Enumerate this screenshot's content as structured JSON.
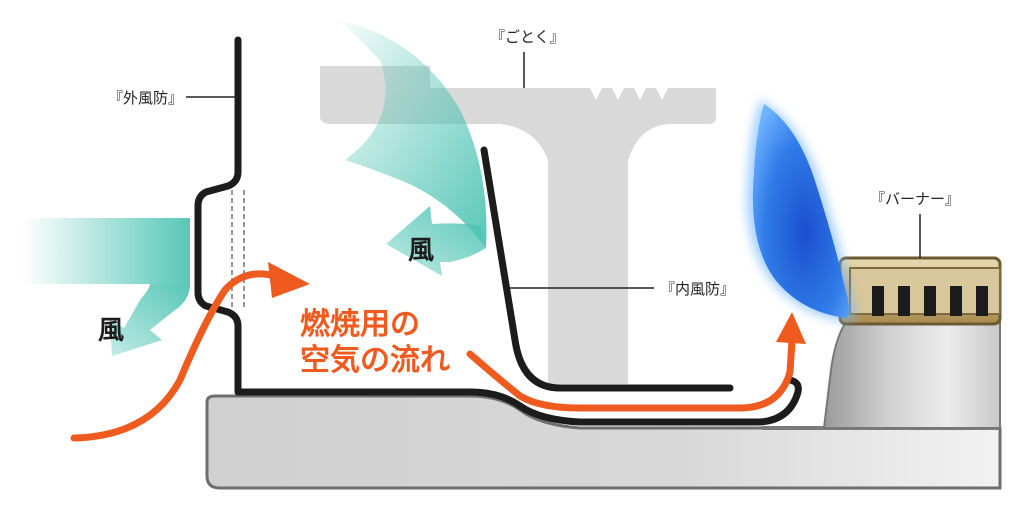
{
  "labels": {
    "outer_windshield": "『外風防』",
    "trivet": "『ごとく』",
    "burner": "『バーナー』",
    "inner_windshield": "『内風防』"
  },
  "wind_labels": [
    "風",
    "風"
  ],
  "airflow_caption": [
    "燃焼用の",
    "空気の流れ"
  ],
  "colors": {
    "frame": "#1c1c1c",
    "trivet": "#d9d9d9",
    "wind": "#4fc4b4",
    "airflow": "#ef5a1f",
    "flame": "#1e6fe0",
    "burner_gold": "#cdb88a",
    "base": "#d6d6d6"
  }
}
